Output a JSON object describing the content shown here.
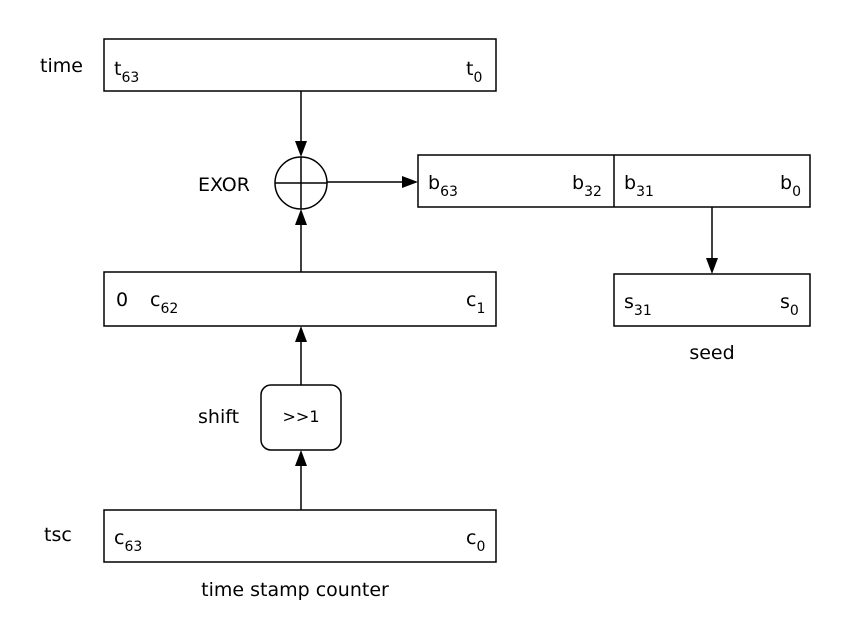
{
  "labels": {
    "time": "time",
    "exor": "EXOR",
    "shift": "shift",
    "tsc": "tsc",
    "seed": "seed",
    "tsc_caption": "time stamp counter"
  },
  "time_register": {
    "msb_letter": "t",
    "msb_sub": "63",
    "lsb_letter": "t",
    "lsb_sub": "0"
  },
  "shifted_register": {
    "fill_bit": "0",
    "msb_letter": "c",
    "msb_sub": "62",
    "lsb_letter": "c",
    "lsb_sub": "1"
  },
  "shift_op": ">>1",
  "tsc_register": {
    "msb_letter": "c",
    "msb_sub": "63",
    "lsb_letter": "c",
    "lsb_sub": "0"
  },
  "result_register": {
    "high": {
      "msb_letter": "b",
      "msb_sub": "63",
      "lsb_letter": "b",
      "lsb_sub": "32"
    },
    "low": {
      "msb_letter": "b",
      "msb_sub": "31",
      "lsb_letter": "b",
      "lsb_sub": "0"
    }
  },
  "seed_register": {
    "msb_letter": "s",
    "msb_sub": "31",
    "lsb_letter": "s",
    "lsb_sub": "0"
  }
}
